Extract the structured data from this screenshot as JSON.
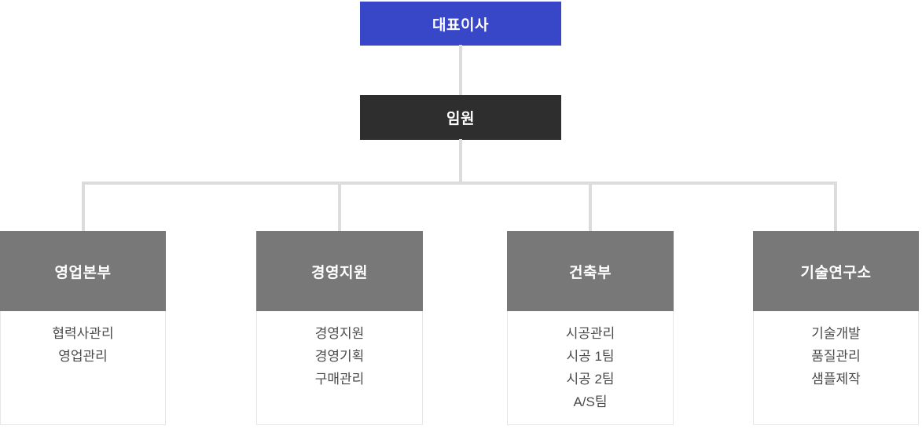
{
  "org_chart": {
    "title": "organization-chart",
    "root": {
      "label": "대표이사"
    },
    "level2": {
      "label": "임원"
    },
    "branches": [
      {
        "title": "영업본부",
        "items": [
          "협력사관리",
          "영업관리"
        ]
      },
      {
        "title": "경영지원",
        "items": [
          "경영지원",
          "경영기획",
          "구매관리"
        ]
      },
      {
        "title": "건축부",
        "items": [
          "시공관리",
          "시공 1팀",
          "시공 2팀",
          "A/S팀"
        ]
      },
      {
        "title": "기술연구소",
        "items": [
          "기술개발",
          "품질관리",
          "샘플제작"
        ]
      }
    ],
    "colors": {
      "root_bg": "#3846c8",
      "level2_bg": "#2e2e2e",
      "branch_header_bg": "#787878",
      "connector": "#dcdcdc",
      "body_border": "#e7e7e7",
      "body_text": "#4a4a4a",
      "header_text": "#ffffff"
    }
  }
}
